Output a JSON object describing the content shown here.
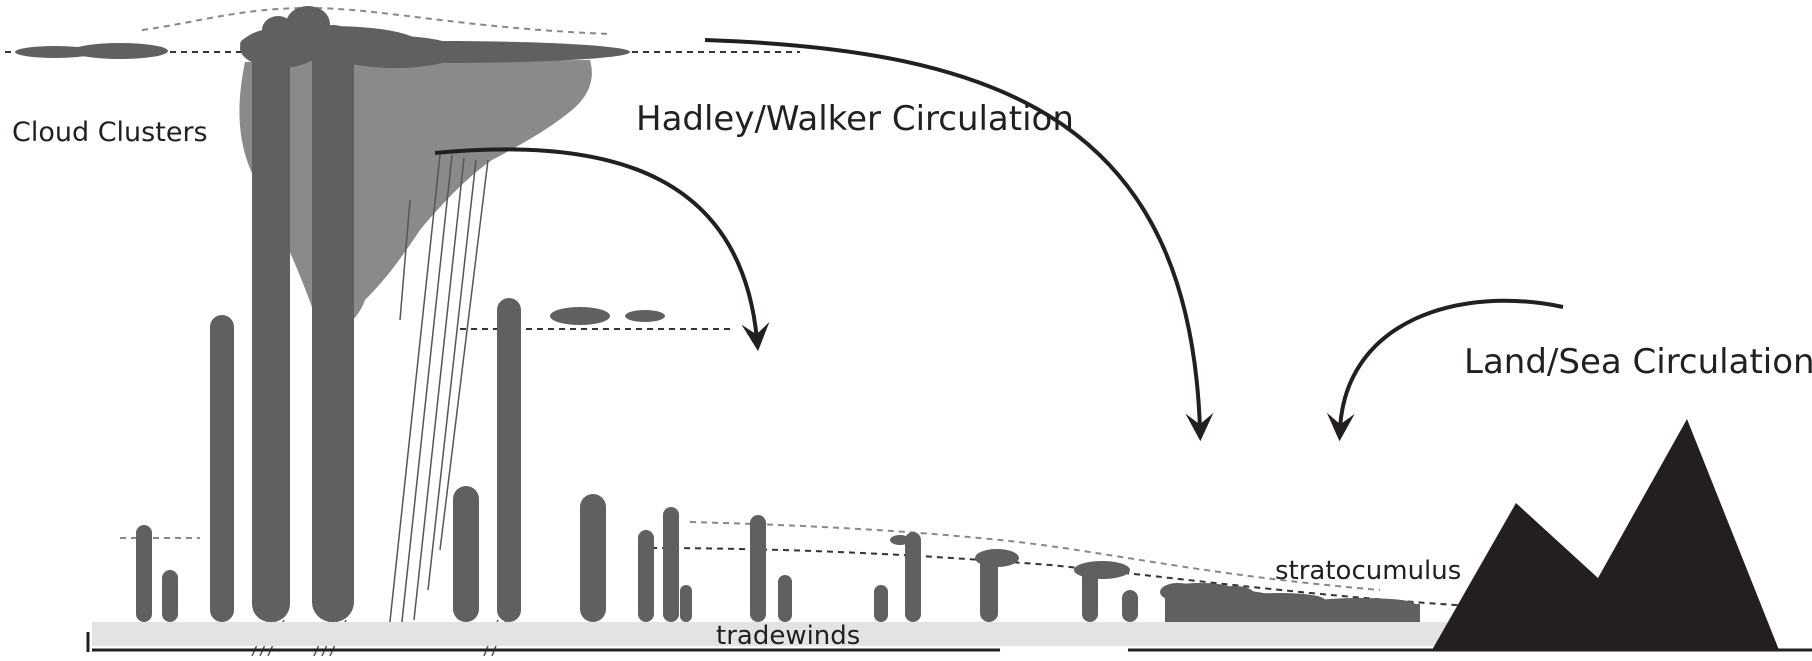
{
  "labels": {
    "cloud_clusters": "Cloud Clusters",
    "hadley_walker": "Hadley/Walker Circulation",
    "land_sea": "Land/Sea Circulation",
    "stratocumulus": "stratocumulus",
    "tradewinds": "tradewinds"
  },
  "colors": {
    "cloud_dark": "#606060",
    "anvil": "#8a8a8a",
    "arrow": "#231f20",
    "mountain": "#231f20",
    "surface": "#e3e3e3"
  }
}
